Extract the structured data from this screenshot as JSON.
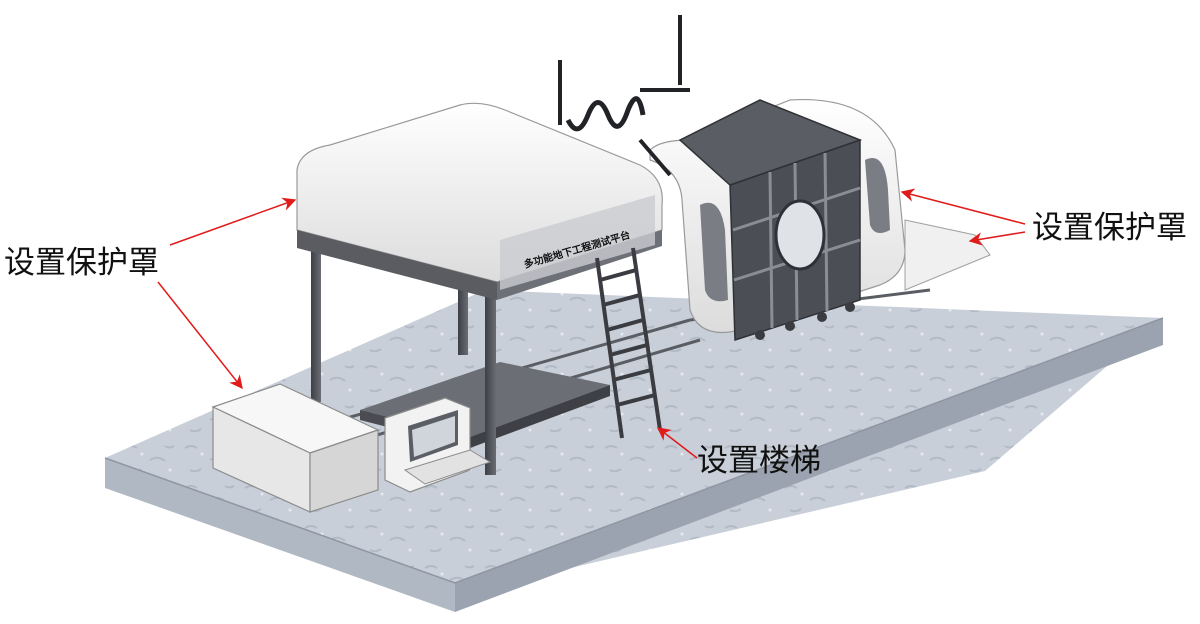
{
  "annotations": {
    "cover_left": "设置保护罩",
    "cover_right": "设置保护罩",
    "ladder": "设置楼梯"
  },
  "equipment": {
    "platform_sign": "多功能地下工程测试平台"
  },
  "colors": {
    "arrow": "#e11a1a",
    "frame": "#4a4d53",
    "base_top": "#c9d0d9",
    "base_side": "#aab3bf",
    "shell": "#f4f4f4"
  }
}
